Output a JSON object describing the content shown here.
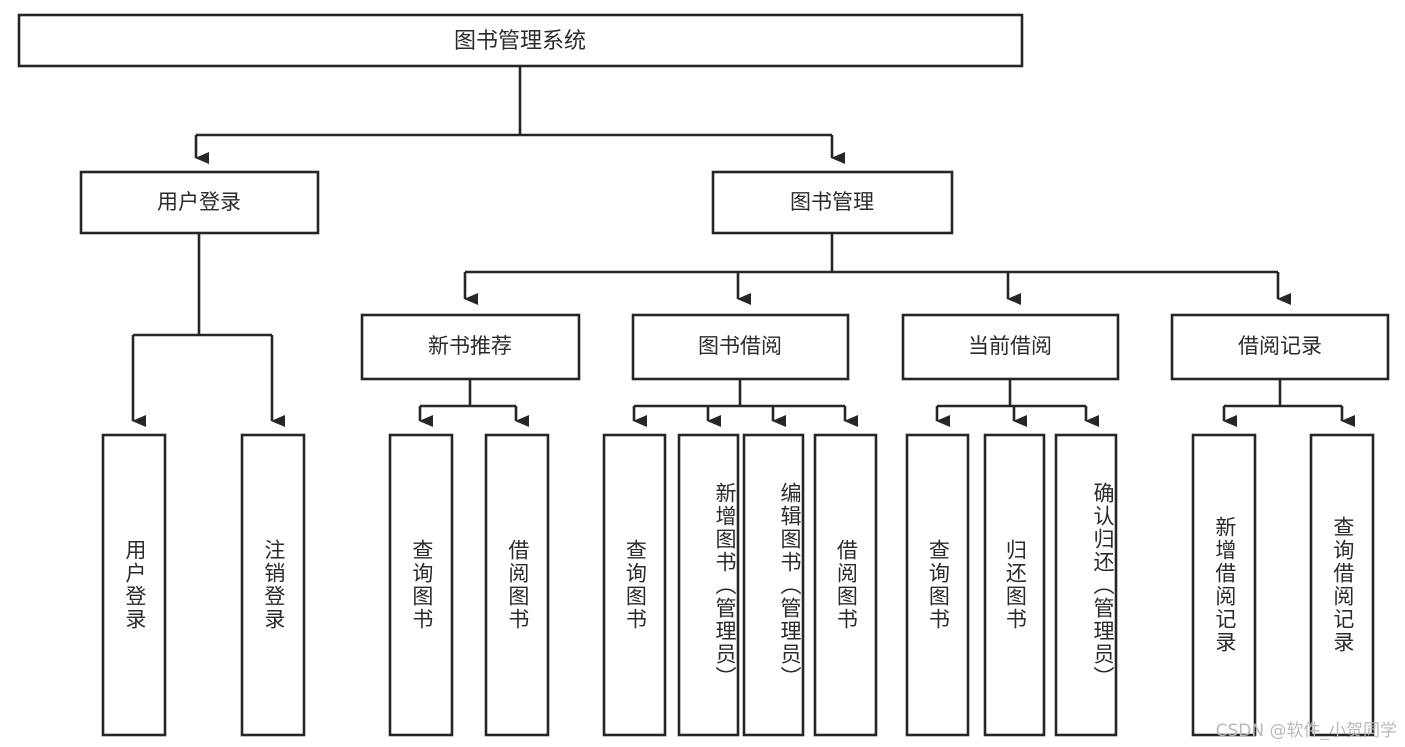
{
  "diagram": {
    "title": "图书管理系统",
    "type": "tree",
    "colors": {
      "box_stroke": "#262626",
      "box_fill": "#ffffff",
      "text": "#2b2b2b",
      "background": "#ffffff",
      "watermark": "#b9b9b9"
    },
    "root": {
      "label": "图书管理系统"
    },
    "level2": [
      {
        "label": "用户登录"
      },
      {
        "label": "图书管理"
      }
    ],
    "level3": [
      {
        "label": "新书推荐"
      },
      {
        "label": "图书借阅"
      },
      {
        "label": "当前借阅"
      },
      {
        "label": "借阅记录"
      }
    ],
    "leaves": {
      "user_login": [
        {
          "label": "用户登录"
        },
        {
          "label": "注销登录"
        }
      ],
      "new_book_recommend": [
        {
          "label": "查询图书"
        },
        {
          "label": "借阅图书"
        }
      ],
      "book_borrow": [
        {
          "label": "查询图书"
        },
        {
          "label": "新增图书（管理员）"
        },
        {
          "label": "编辑图书（管理员）"
        },
        {
          "label": "借阅图书"
        }
      ],
      "current_borrow": [
        {
          "label": "查询图书"
        },
        {
          "label": "归还图书"
        },
        {
          "label": "确认归还（管理员）"
        }
      ],
      "borrow_record": [
        {
          "label": "新增借阅记录"
        },
        {
          "label": "查询借阅记录"
        }
      ]
    }
  },
  "watermark": {
    "text": "CSDN @软件_小贺同学"
  }
}
